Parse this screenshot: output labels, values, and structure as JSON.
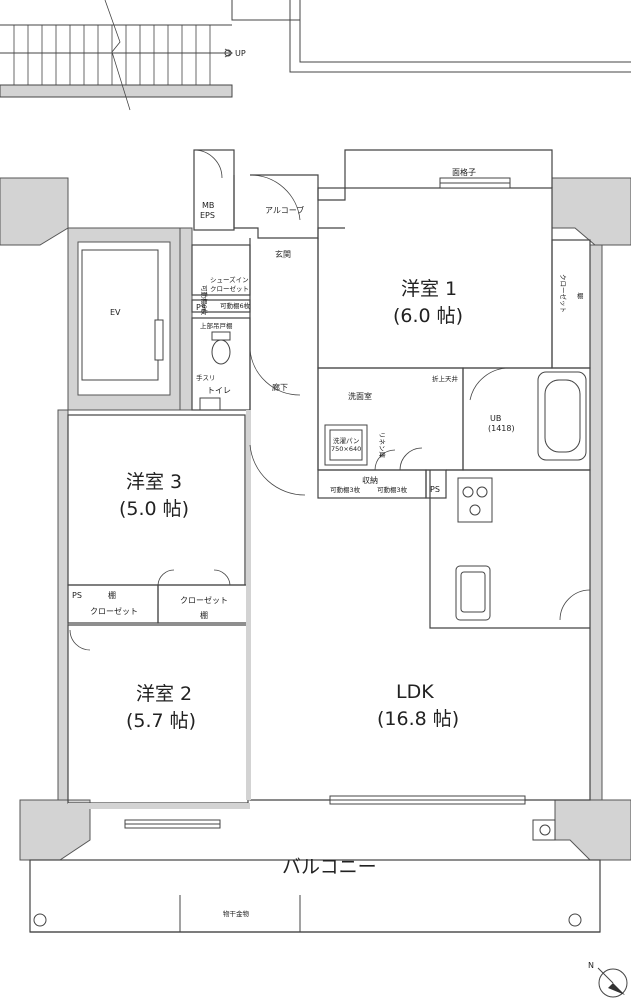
{
  "stairs": {
    "up_label": "UP"
  },
  "utility": {
    "mb_label": "MB",
    "eps_label": "EPS"
  },
  "alcove_label": "アルコーブ",
  "window_lattice_label": "面格子",
  "entrance_label": "玄関",
  "elevator_label": "EV",
  "shoe_closet": {
    "shelf_label": "可動棚6枚",
    "label_line1": "シューズイン",
    "label_line2": "クローゼット",
    "ps_label": "PS",
    "sub_shelf_label": "可動棚6枚"
  },
  "toilet": {
    "cabinet_label": "上部吊戸棚",
    "handrail_label": "手スリ",
    "name": "トイレ"
  },
  "hallway_label": "廊下",
  "washroom": {
    "name": "洗面室",
    "ceiling_label": "折上天井",
    "pan_label_line1": "洗濯パン",
    "pan_label_line2": "750×640",
    "linen_label": "リネン庫"
  },
  "bath": {
    "name": "UB",
    "size": "(1418)"
  },
  "storage": {
    "name": "収納",
    "shelf_left": "可動棚3枚",
    "shelf_right": "可動棚3枚"
  },
  "kitchen_ps_label": "PS",
  "rooms": {
    "room1_name": "洋室 1",
    "room1_size": "(6.0 帖)",
    "room1_closet": "クローゼット",
    "room1_shelf": "棚",
    "room3_name": "洋室 3",
    "room3_size": "(5.0 帖)",
    "room2_name": "洋室 2",
    "room2_size": "(5.7 帖)",
    "ldk_name": "LDK",
    "ldk_size": "(16.8 帖)"
  },
  "closets": {
    "ps_label": "PS",
    "shelf_left": "棚",
    "closet_left": "クローゼット",
    "closet_right": "クローゼット",
    "shelf_right": "棚"
  },
  "balcony": {
    "name": "バルコニー",
    "drying_hardware": "物干金物"
  },
  "compass_label": "N"
}
